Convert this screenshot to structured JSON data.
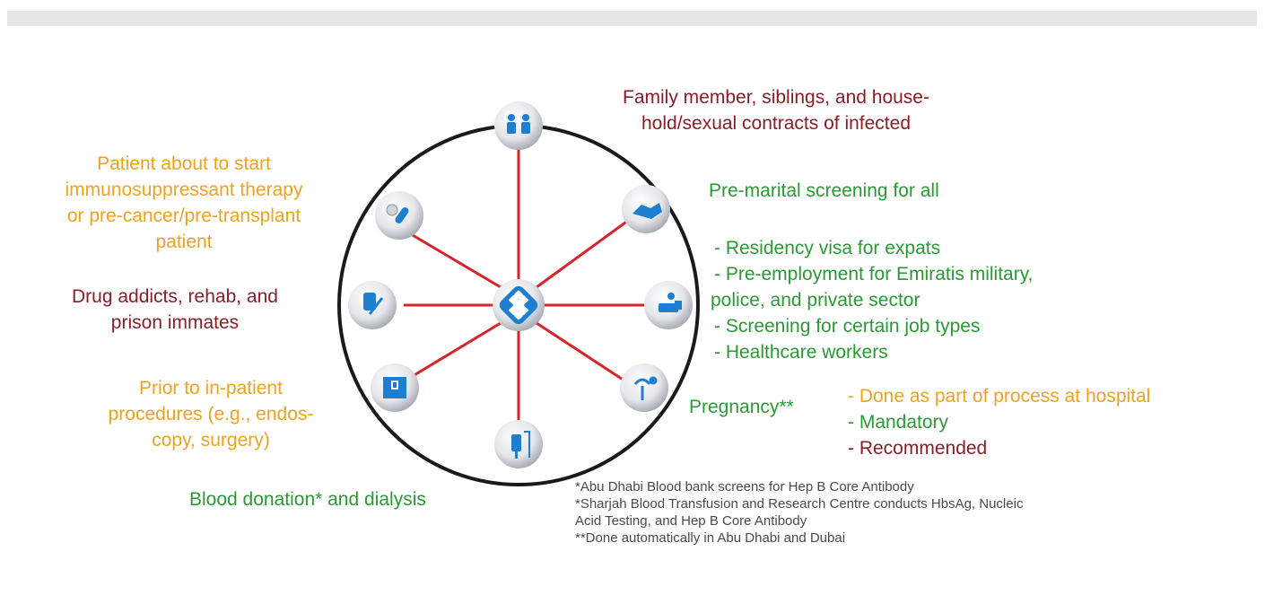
{
  "labels": {
    "family": [
      "Family member, siblings, and house-",
      "hold/sexual contracts of infected"
    ],
    "premarital": "Pre-marital screening for all",
    "employment": [
      "- Residency visa for expats",
      "- Pre-employment for Emiratis military,",
      "police, and private sector",
      "- Screening for certain job types",
      "- Healthcare workers"
    ],
    "pregnancy": "Pregnancy**",
    "legend": [
      "- Done as part of process at hospital",
      "- Mandatory",
      "- Recommended"
    ],
    "immuno": [
      "Patient about to start",
      "immunosuppressant therapy",
      "or pre-cancer/pre-transplant",
      "patient"
    ],
    "drug": [
      "Drug addicts, rehab, and",
      "prison immates"
    ],
    "inpatient": [
      "Prior to in-patient",
      "procedures (e.g., endos-",
      "copy, surgery)"
    ],
    "blood": "Blood donation* and dialysis"
  },
  "footnotes": [
    "*Abu Dhabi Blood bank screens for Hep B Core Antibody",
    "*Sharjah Blood Transfusion and Research Centre conducts HbsAg, Nucleic",
    "Acid Testing, and Hep B Core Antibody",
    "**Done automatically in Abu Dhabi and Dubai"
  ],
  "colors": {
    "done_at_hospital": "#f0a21e",
    "mandatory": "#2a9a34",
    "recommended": "#8b1d27",
    "spoke": "#d8232a",
    "ring": "#1a1a1a",
    "icon_blue": "#1e7fd0"
  },
  "icons": [
    "family-icon",
    "handshake-icon",
    "worker-icon",
    "stork-icon",
    "iv-drip-icon",
    "hospital-icon",
    "syringe-icon",
    "pills-icon"
  ]
}
